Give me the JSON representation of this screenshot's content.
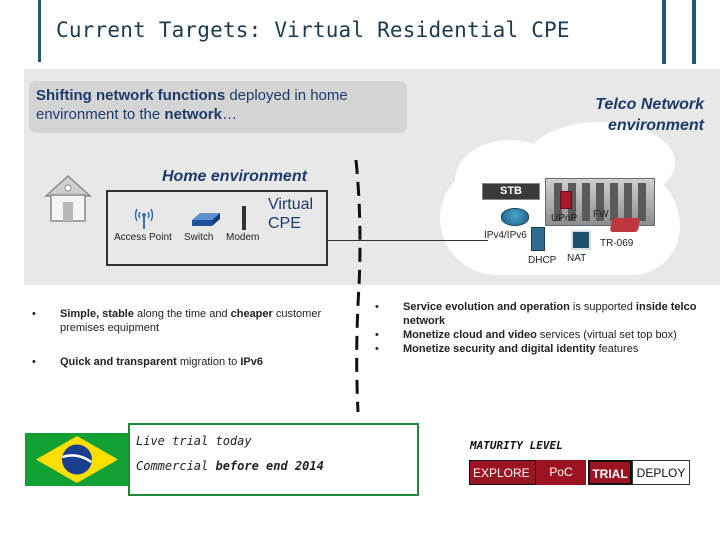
{
  "slide": {
    "title": "Current Targets: Virtual Residential CPE"
  },
  "header_box": {
    "bold1": "Shifting network functions",
    "text1": " deployed in home environment to the ",
    "bold2": "network",
    "text2": "…"
  },
  "telco": {
    "label_line1": "Telco Network",
    "label_line2": "environment"
  },
  "home": {
    "label": "Home environment",
    "devices": {
      "access_point": "Access Point",
      "switch": "Switch",
      "modem": "Modem"
    },
    "vcpe_line1": "Virtual",
    "vcpe_line2": "CPE"
  },
  "network_functions": {
    "stb": "STB",
    "upnp": "UPnP",
    "fw": "FW",
    "ipv": "IPv4/IPv6",
    "tr069": "TR-069",
    "dhcp": "DHCP",
    "nat": "NAT"
  },
  "left_bullets": [
    {
      "b1": "Simple, stable",
      "t1": " along the time and ",
      "b2": "cheaper",
      "t2": " customer premises equipment"
    },
    {
      "b1": "Quick and transparent",
      "t1": " migration to ",
      "b2": "IPv6",
      "t2": ""
    }
  ],
  "right_bullets": [
    {
      "b1": "Service evolution and operation",
      "t1": " is supported ",
      "b2": "inside telco network",
      "t2": ""
    },
    {
      "b1": "Monetize cloud and video",
      "t1": " services (virtual set top box)",
      "b2": "",
      "t2": ""
    },
    {
      "b1": "Monetize security and digital identity",
      "t1": " features",
      "b2": "",
      "t2": ""
    }
  ],
  "bullet_glyph": "•",
  "trial": {
    "line1": "Live trial today",
    "line2_prefix": "Commercial ",
    "line2_bold": "before end 2014"
  },
  "maturity": {
    "label": "MATURITY LEVEL",
    "stages": [
      "EXPLORE",
      "PoC",
      "TRIAL",
      "DEPLOY"
    ],
    "current": "TRIAL"
  },
  "colors": {
    "title": "#1d3a4f",
    "accent_dark": "#1f5a6e",
    "maturity_red": "#9c1422",
    "flag_green": "#12a035",
    "flag_yellow": "#ffde00",
    "flag_blue": "#1a3f8f"
  },
  "icons": [
    "house-icon",
    "wifi-access-point-icon",
    "switch-icon",
    "modem-icon",
    "router-icon",
    "server-rack-icon",
    "firewall-icon",
    "brazil-flag"
  ]
}
